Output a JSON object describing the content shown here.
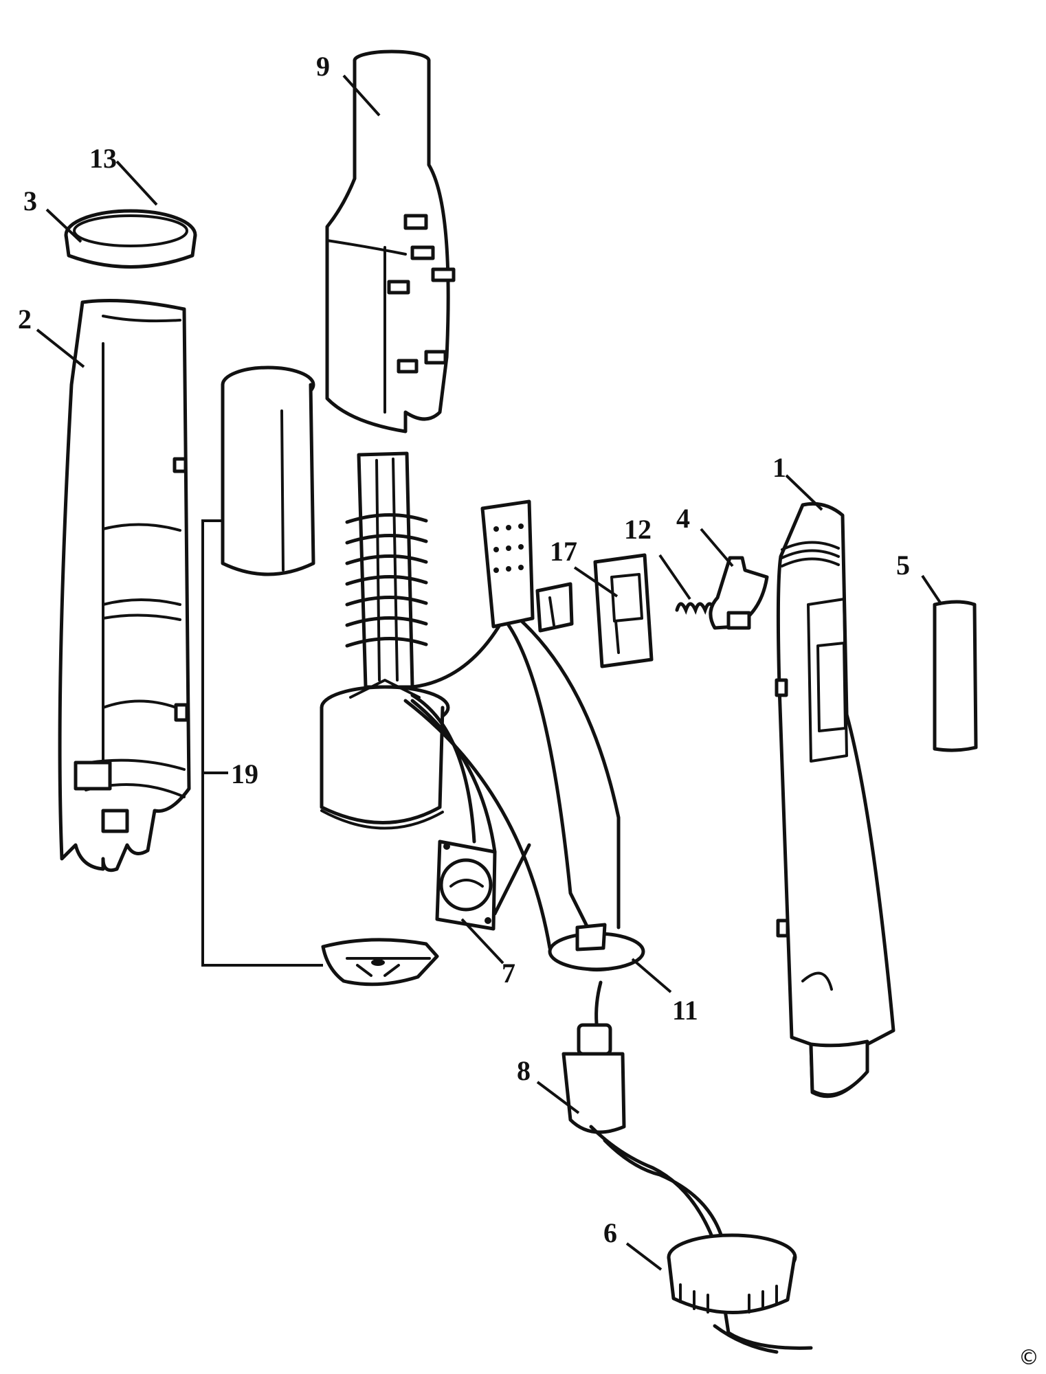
{
  "diagram": {
    "callouts": [
      "1",
      "2",
      "3",
      "4",
      "5",
      "6",
      "7",
      "8",
      "9",
      "11",
      "12",
      "13",
      "17",
      "19"
    ],
    "copyright_symbol": "©",
    "parts": [
      "outer-housing-right",
      "outer-housing-left",
      "nozzle-ring",
      "slide-switch-knob",
      "grip-cover",
      "cord-strain-relief",
      "thermostat-switch",
      "power-cord",
      "air-nozzle",
      "switch-cover",
      "switch-spring",
      "nozzle-seal",
      "switch-plate",
      "heating-element-assembly"
    ]
  }
}
